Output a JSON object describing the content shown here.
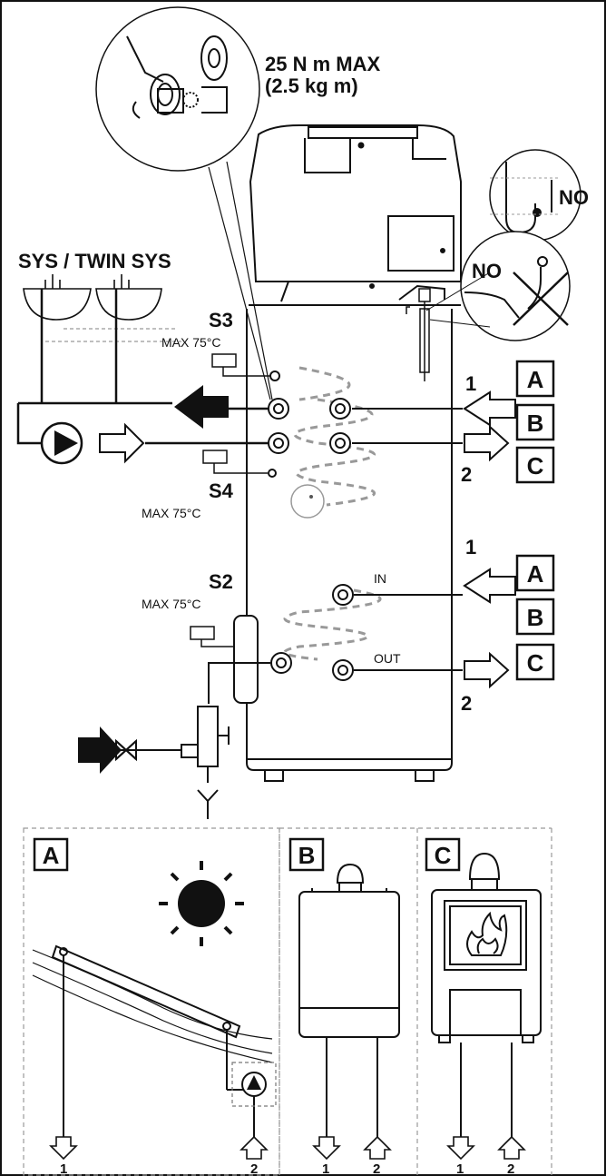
{
  "torque": {
    "line1": "25 N m MAX",
    "line2": "(2.5 kg m)"
  },
  "sys_label": "SYS / TWIN SYS",
  "sensors": [
    {
      "name": "S3",
      "max": "MAX 75°C"
    },
    {
      "name": "S4",
      "max": "MAX 75°C"
    },
    {
      "name": "S2",
      "max": "MAX 75°C"
    }
  ],
  "upper_coil": {
    "in_num": "1",
    "out_num": "2",
    "letters": [
      "A",
      "B",
      "C"
    ]
  },
  "lower_coil": {
    "in_label": "IN",
    "out_label": "OUT",
    "in_num": "1",
    "out_num": "2",
    "letters": [
      "A",
      "B",
      "C"
    ]
  },
  "no_labels": [
    "NO",
    "NO"
  ],
  "panels": [
    {
      "letter": "A",
      "icon": "solar-collector",
      "ports": [
        "1",
        "2"
      ]
    },
    {
      "letter": "B",
      "icon": "gas-boiler",
      "ports": [
        "1",
        "2"
      ]
    },
    {
      "letter": "C",
      "icon": "wood-stove",
      "ports": [
        "1",
        "2"
      ]
    }
  ],
  "colors": {
    "line": "#111111",
    "dashed": "#999999",
    "fill": "#ffffff"
  }
}
